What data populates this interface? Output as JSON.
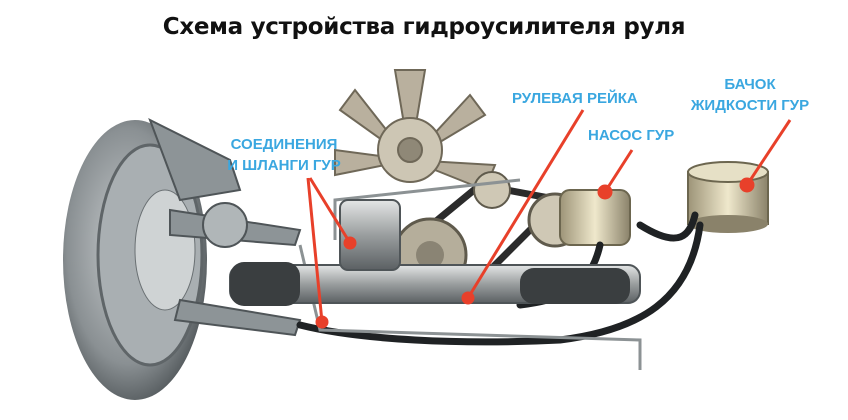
{
  "title": "Схема устройства гидроусилителя руля",
  "labels": {
    "hoses_line1": "СОЕДИНЕНИЯ",
    "hoses_line2": "И ШЛАНГИ ГУР",
    "rack": "РУЛЕВАЯ РЕЙКА",
    "pump": "НАСОС ГУР",
    "reservoir_line1": "БАЧОК",
    "reservoir_line2": "ЖИДКОСТИ ГУР"
  },
  "colors": {
    "label": "#3aa7e0",
    "pointer": "#e8402a"
  }
}
